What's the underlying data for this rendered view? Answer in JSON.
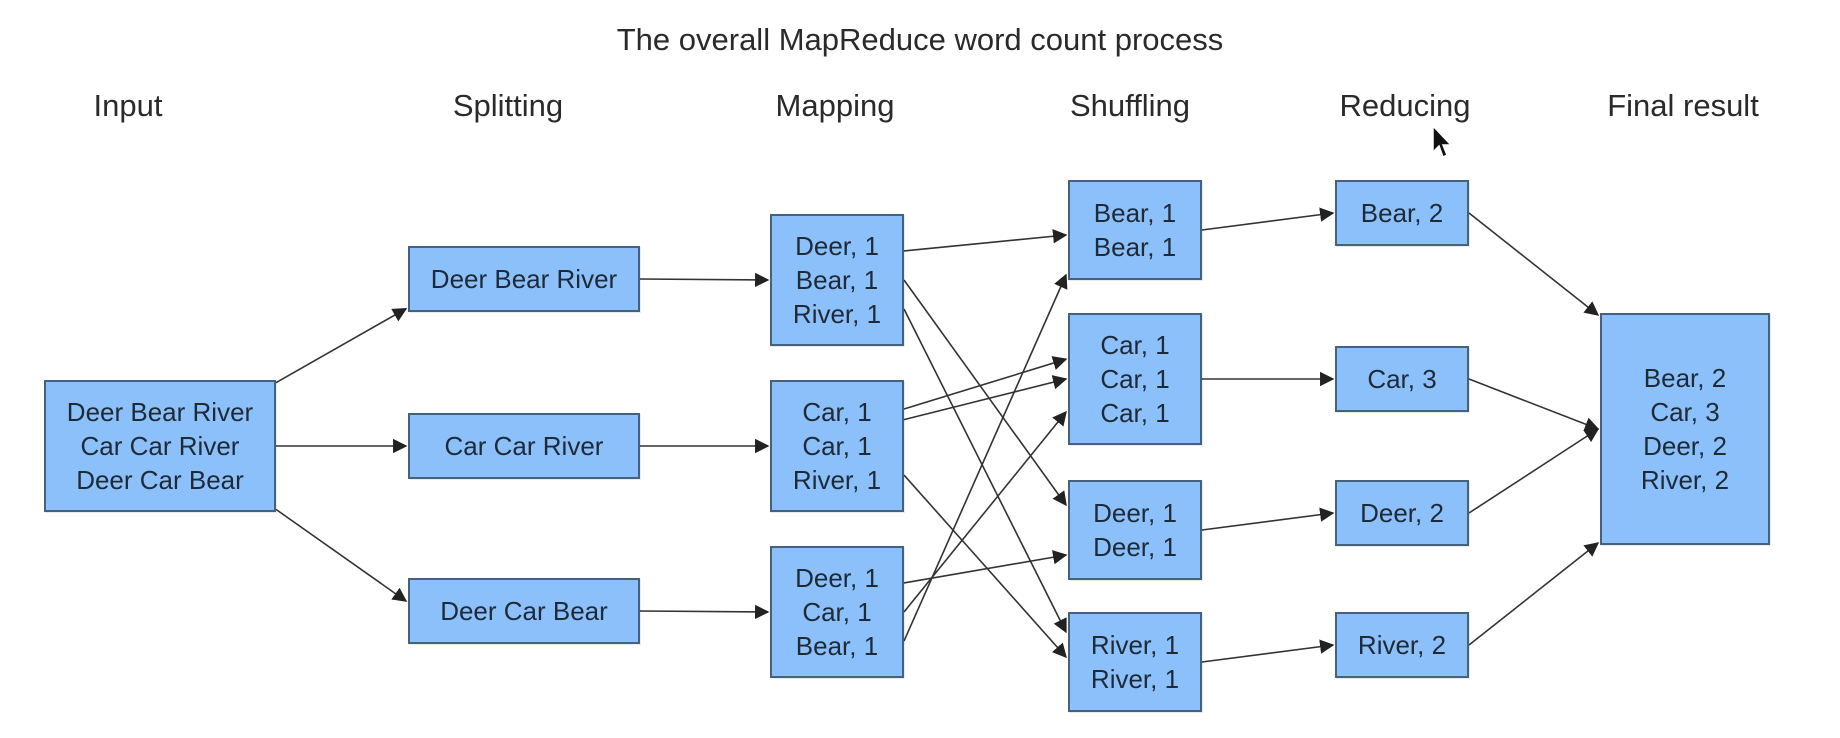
{
  "title": "The overall MapReduce word count process",
  "stages": [
    "Input",
    "Splitting",
    "Mapping",
    "Shuffling",
    "Reducing",
    "Final result"
  ],
  "nodes": {
    "input": [
      "Deer Bear River",
      "Car Car River",
      "Deer Car Bear"
    ],
    "split1": [
      "Deer Bear River"
    ],
    "split2": [
      "Car Car River"
    ],
    "split3": [
      "Deer Car Bear"
    ],
    "map1": [
      "Deer, 1",
      "Bear, 1",
      "River, 1"
    ],
    "map2": [
      "Car, 1",
      "Car, 1",
      "River, 1"
    ],
    "map3": [
      "Deer, 1",
      "Car, 1",
      "Bear, 1"
    ],
    "shuf1": [
      "Bear, 1",
      "Bear, 1"
    ],
    "shuf2": [
      "Car, 1",
      "Car, 1",
      "Car, 1"
    ],
    "shuf3": [
      "Deer, 1",
      "Deer, 1"
    ],
    "shuf4": [
      "River, 1",
      "River, 1"
    ],
    "red1": [
      "Bear, 2"
    ],
    "red2": [
      "Car, 3"
    ],
    "red3": [
      "Deer, 2"
    ],
    "red4": [
      "River, 2"
    ],
    "final": [
      "Bear, 2",
      "Car, 3",
      "Deer, 2",
      "River, 2"
    ]
  },
  "colors": {
    "node_fill": "#8cc0fb",
    "node_border": "#45627c",
    "edge": "#333333"
  }
}
